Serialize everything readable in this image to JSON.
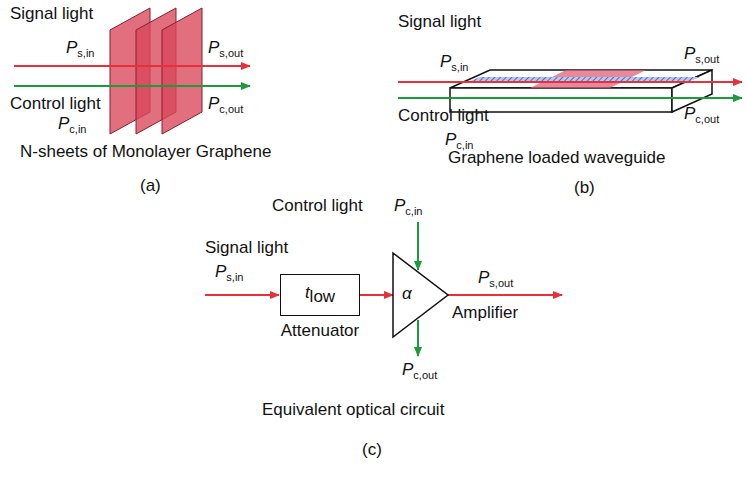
{
  "diagram": {
    "nodes": [
      {
        "text": [
          "tlow",
          "Attenuator"
        ]
      },
      {
        "text": [
          "α",
          "Amplifier"
        ]
      }
    ],
    "edges": [
      {
        "from": 0,
        "to": 1,
        "arrow": "to"
      }
    ],
    "labels": [
      "Signal light",
      "Ps,in",
      "Ps,out",
      "Control light",
      "Pc,in",
      "Pc,out",
      "N-sheets of Monolayer Graphene",
      "(a)",
      "Signal light",
      "Ps,in",
      "Ps,out",
      "Control light",
      "Pc,in",
      "Pc,out",
      "Graphene loaded waveguide",
      "(b)",
      "Control light",
      "Pc,in",
      "Signal light",
      "Ps,in",
      "Pc,out",
      "Ps,out",
      "Equivalent optical circuit",
      "(c)"
    ]
  }
}
